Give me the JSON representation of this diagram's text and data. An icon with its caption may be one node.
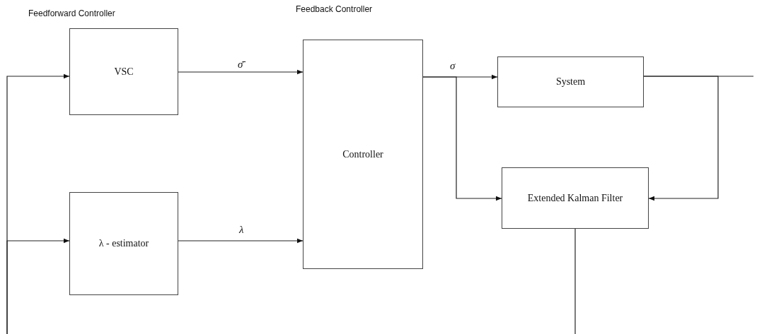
{
  "diagram": {
    "nodes": [
      {
        "text": [
          "VSC"
        ]
      },
      {
        "text": [
          "λ - estimator"
        ]
      },
      {
        "text": [
          "Controller"
        ]
      },
      {
        "text": [
          "System"
        ]
      },
      {
        "text": [
          "Extended Kalman Filter"
        ]
      }
    ],
    "edges": [
      {
        "from": null,
        "to": 0,
        "arrow": "to"
      },
      {
        "from": null,
        "to": 1,
        "arrow": "to"
      },
      {
        "from": 0,
        "to": 2,
        "arrow": "to",
        "label": "σ̄"
      },
      {
        "from": 1,
        "to": 2,
        "arrow": "to",
        "label": "λ"
      },
      {
        "from": 2,
        "to": 3,
        "arrow": "to",
        "label": "σ"
      },
      {
        "from": 2,
        "to": 4,
        "arrow": "to"
      },
      {
        "from": 3,
        "to": null,
        "arrow": "none"
      },
      {
        "from": 3,
        "to": 4,
        "arrow": "to"
      },
      {
        "from": 4,
        "to": null,
        "arrow": "none"
      }
    ],
    "labels": [
      "Feedforward Controller",
      "Feedback Controller"
    ]
  }
}
